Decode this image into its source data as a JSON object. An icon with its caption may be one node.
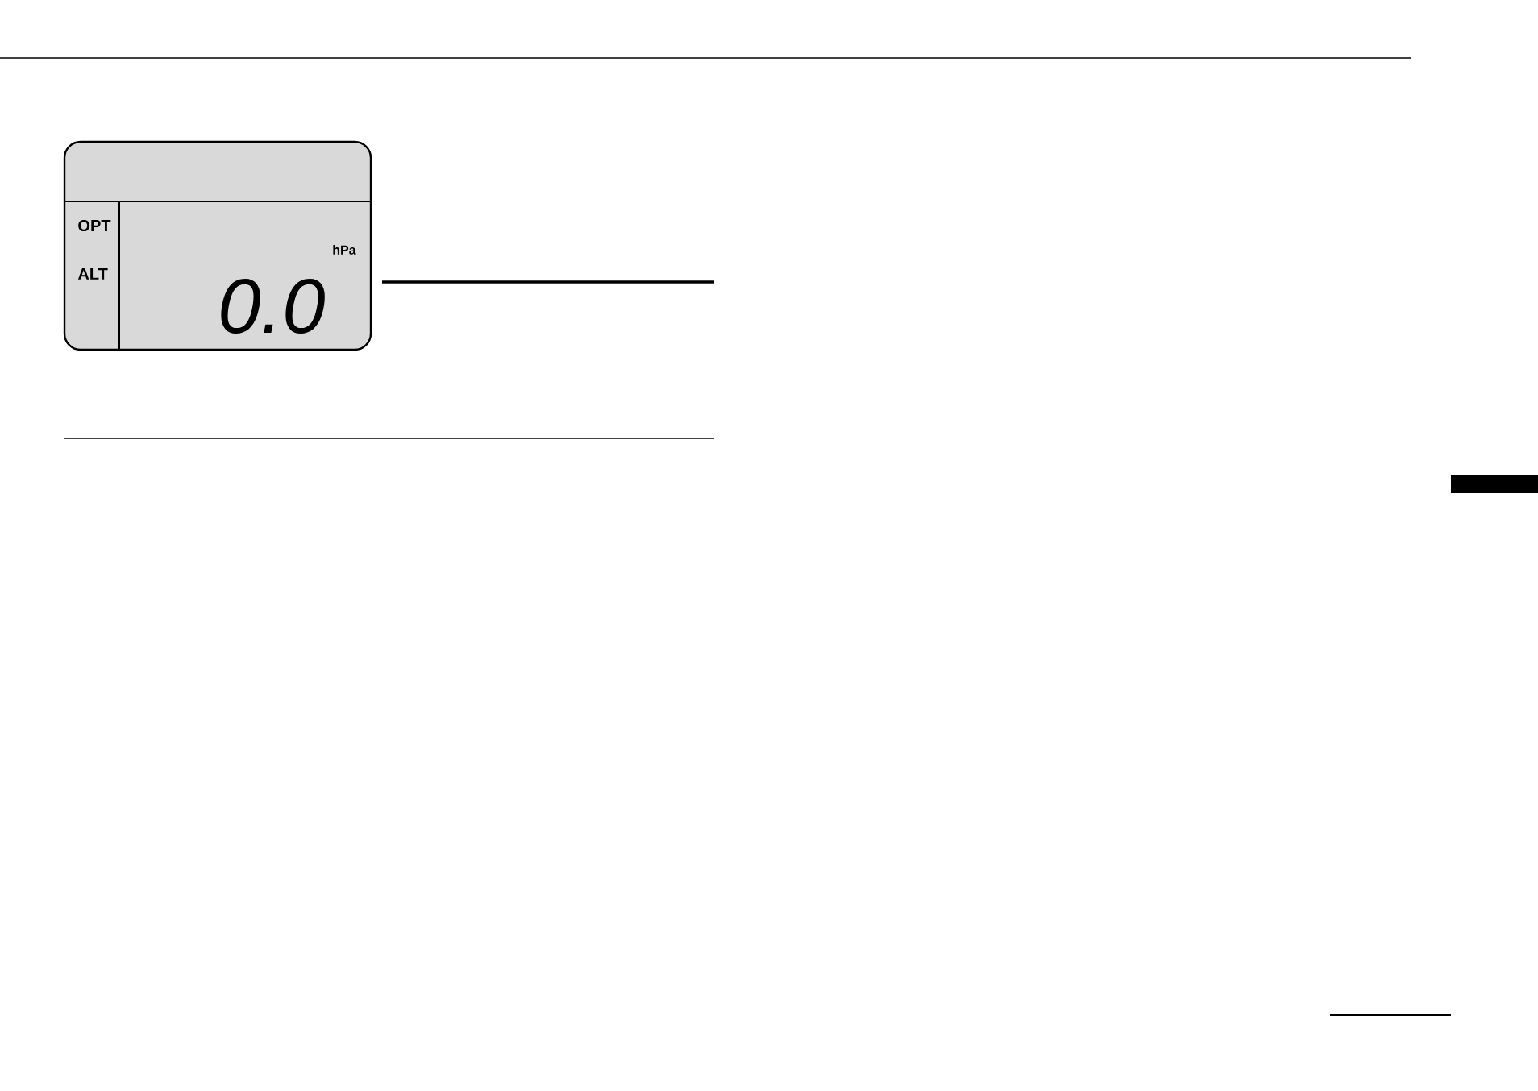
{
  "diagram": {
    "labels": [
      "OPT",
      "ALT",
      "hPa",
      "0.0"
    ]
  }
}
